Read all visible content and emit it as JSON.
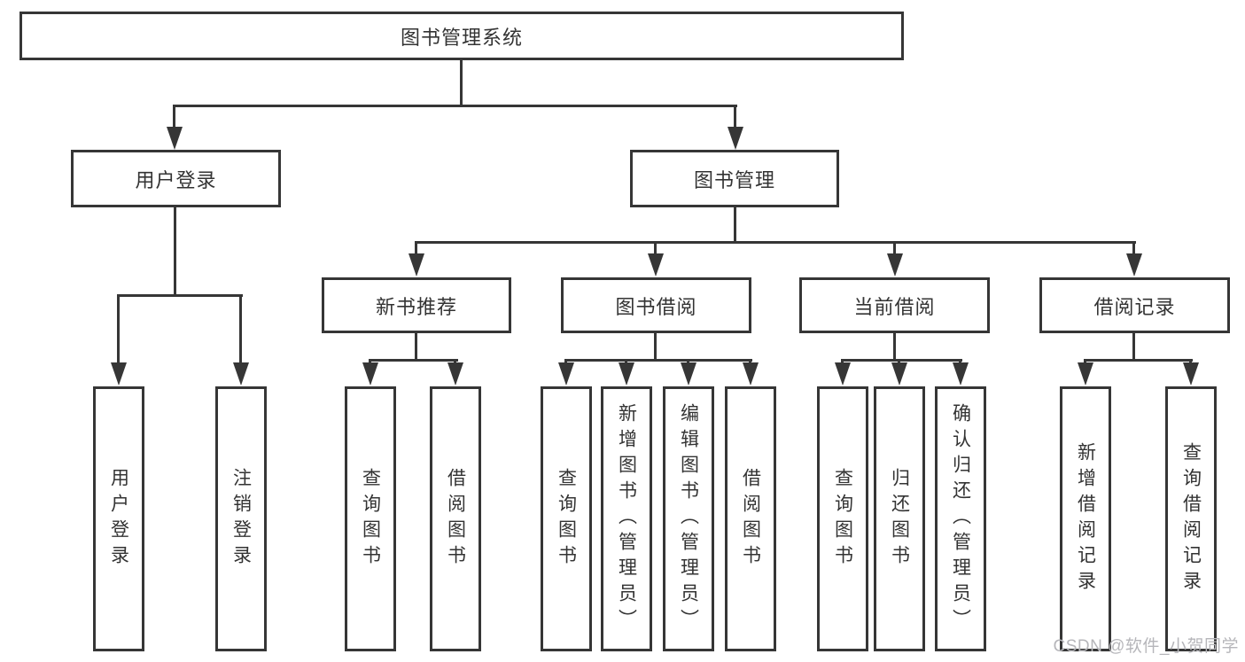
{
  "diagram": {
    "type": "tree",
    "root": {
      "label": "图书管理系统"
    },
    "branches": [
      {
        "label": "用户登录",
        "leaves": [
          {
            "label": "用户登录"
          },
          {
            "label": "注销登录"
          }
        ]
      },
      {
        "label": "图书管理",
        "groups": [
          {
            "label": "新书推荐",
            "leaves": [
              {
                "label": "查询图书"
              },
              {
                "label": "借阅图书"
              }
            ]
          },
          {
            "label": "图书借阅",
            "leaves": [
              {
                "label": "查询图书"
              },
              {
                "label": "新增图书（管理员）"
              },
              {
                "label": "编辑图书（管理员）"
              },
              {
                "label": "借阅图书"
              }
            ]
          },
          {
            "label": "当前借阅",
            "leaves": [
              {
                "label": "查询图书"
              },
              {
                "label": "归还图书"
              },
              {
                "label": "确认归还（管理员）"
              }
            ]
          },
          {
            "label": "借阅记录",
            "leaves": [
              {
                "label": "新增借阅记录"
              },
              {
                "label": "查询借阅记录"
              }
            ]
          }
        ]
      }
    ]
  },
  "watermark": {
    "text": "CSDN @软件_小贺同学",
    "color": "#b6b6ba"
  },
  "colors": {
    "line": "#363636",
    "text": "#333333",
    "background": "#ffffff"
  }
}
